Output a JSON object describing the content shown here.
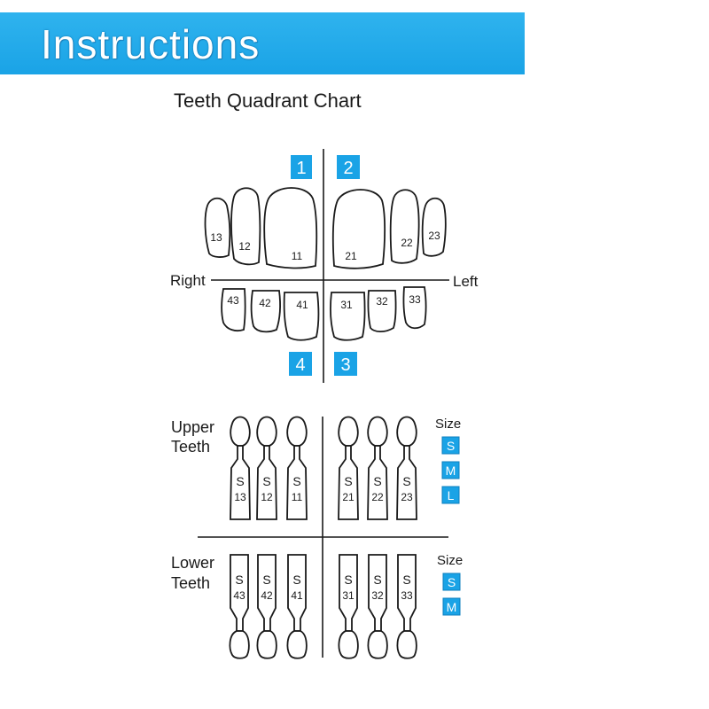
{
  "header": {
    "title": "Instructions"
  },
  "chart": {
    "title": "Teeth Quadrant Chart",
    "left_label": "Right",
    "right_label": "Left",
    "quadrants": [
      "1",
      "2",
      "3",
      "4"
    ],
    "upper_right_teeth": [
      "13",
      "12",
      "11"
    ],
    "upper_left_teeth": [
      "21",
      "22",
      "23"
    ],
    "lower_right_teeth": [
      "43",
      "42",
      "41"
    ],
    "lower_left_teeth": [
      "31",
      "32",
      "33"
    ]
  },
  "trays": {
    "upper": {
      "label_line1": "Upper",
      "label_line2": "Teeth",
      "size_title": "Size",
      "sizes": [
        "S",
        "M",
        "L"
      ],
      "items": [
        {
          "size": "S",
          "num": "13"
        },
        {
          "size": "S",
          "num": "12"
        },
        {
          "size": "S",
          "num": "11"
        },
        {
          "size": "S",
          "num": "21"
        },
        {
          "size": "S",
          "num": "22"
        },
        {
          "size": "S",
          "num": "23"
        }
      ]
    },
    "lower": {
      "label_line1": "Lower",
      "label_line2": "Teeth",
      "size_title": "Size",
      "sizes": [
        "S",
        "M"
      ],
      "items": [
        {
          "size": "S",
          "num": "43"
        },
        {
          "size": "S",
          "num": "42"
        },
        {
          "size": "S",
          "num": "41"
        },
        {
          "size": "S",
          "num": "31"
        },
        {
          "size": "S",
          "num": "32"
        },
        {
          "size": "S",
          "num": "33"
        }
      ]
    }
  }
}
